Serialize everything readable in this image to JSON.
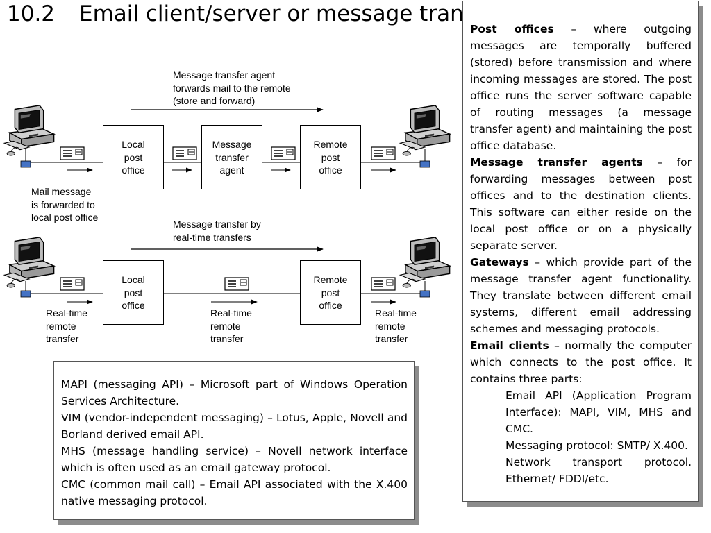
{
  "title": {
    "number": "10.2",
    "text": "Email client/server or message transfer a"
  },
  "diagram": {
    "top": {
      "caption": [
        "Message transfer agent",
        "forwards mail to the remote",
        "(store and forward)"
      ],
      "local_box": [
        "Local",
        "post",
        "office"
      ],
      "mta_box": [
        "Message",
        "transfer",
        "agent"
      ],
      "remote_box": [
        "Remote",
        "post",
        "office"
      ],
      "left_note": [
        "Mail message",
        "is forwarded to",
        "local post office"
      ]
    },
    "bottom": {
      "caption": [
        "Message transfer by",
        "real-time transfers"
      ],
      "local_box": [
        "Local",
        "post",
        "office"
      ],
      "remote_box": [
        "Remote",
        "post",
        "office"
      ],
      "rt_left": [
        "Real-time",
        "remote",
        "transfer"
      ],
      "rt_mid": [
        "Real-time",
        "remote",
        "transfer"
      ],
      "rt_right": [
        "Real-time",
        "remote",
        "transfer"
      ]
    }
  },
  "api_panel": {
    "paragraphs": [
      "MAPI (messaging API) – Microsoft part of Windows Operation Services Architecture.",
      "VIM (vendor-independent messaging) – Lotus, Apple, Novell and Borland derived email API.",
      "MHS (message handling service) – Novell network interface which is often used as an email gateway protocol.",
      "CMC (common mail call) – Email API associated with the X.400 native messaging protocol."
    ]
  },
  "right_panel": {
    "items": [
      {
        "term": "Post offices",
        "desc": " – where outgoing messages are temporally buffered (stored) before transmission and where incoming messages are stored. The post office runs the server software capable of routing messages (a message transfer agent) and maintaining the post office database."
      },
      {
        "term": "Message transfer agents",
        "desc": " – for forwarding messages between post offices and to the destination clients. This software can either reside on the local post office or on a physically separate server."
      },
      {
        "term": "Gateways",
        "desc": " – which provide part of the message transfer agent functionality. They translate between different email systems, different email addressing schemes and messaging protocols."
      },
      {
        "term": "Email clients",
        "desc": " – normally the computer which connects to the post office. It contains three parts:"
      }
    ],
    "parts": [
      "Email API (Application Program Interface): MAPI, VIM, MHS and CMC.",
      "Messaging protocol: SMTP/ X.400.",
      "Network transport protocol. Ethernet/ FDDI/etc."
    ]
  },
  "colors": {
    "connector": "#4472c4",
    "shadow": "#8c8c8c"
  },
  "icons": [
    "computer-icon",
    "envelope-icon",
    "arrow-icon",
    "network-tap-icon"
  ]
}
